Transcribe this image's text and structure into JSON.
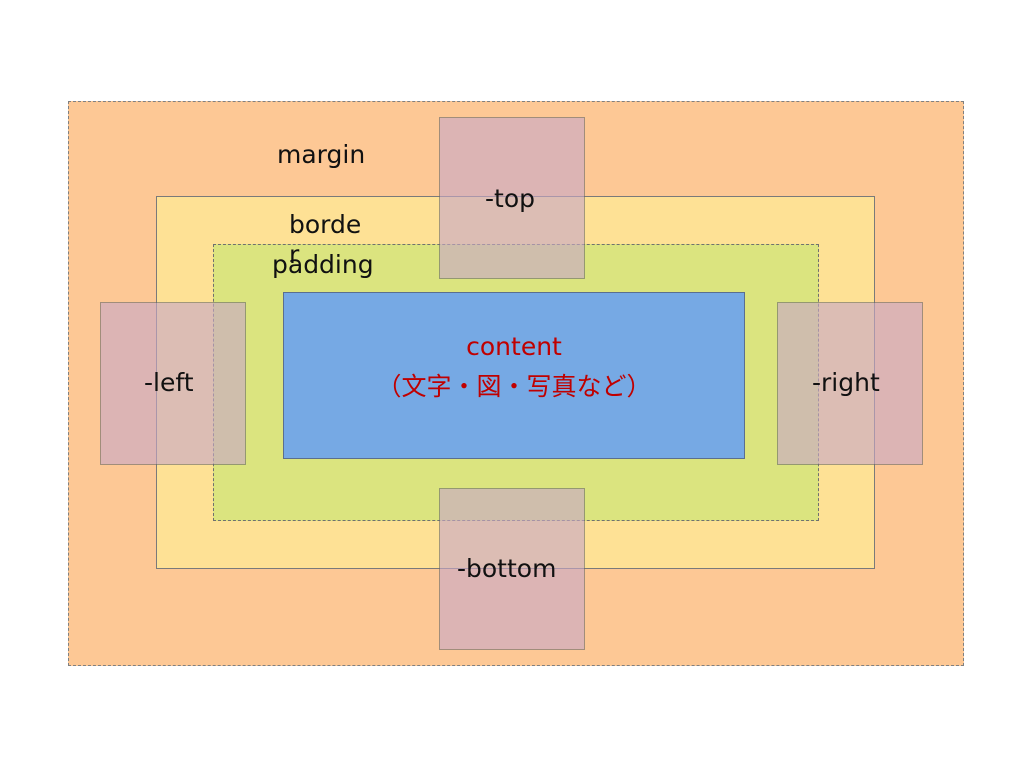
{
  "diagram": {
    "labels": {
      "margin": "margin",
      "border": "border",
      "padding": "padding",
      "content": "content",
      "content_description": "（文字・図・写真など）",
      "top": "-top",
      "bottom": "-bottom",
      "left": "-left",
      "right": "-right"
    },
    "colors": {
      "margin_fill": "#fdc895",
      "border_fill": "#fee195",
      "padding_fill": "#dbe47f",
      "content_fill": "#76a9e4",
      "content_text": "#c00000",
      "side_fill": "#c8a8c8"
    }
  }
}
